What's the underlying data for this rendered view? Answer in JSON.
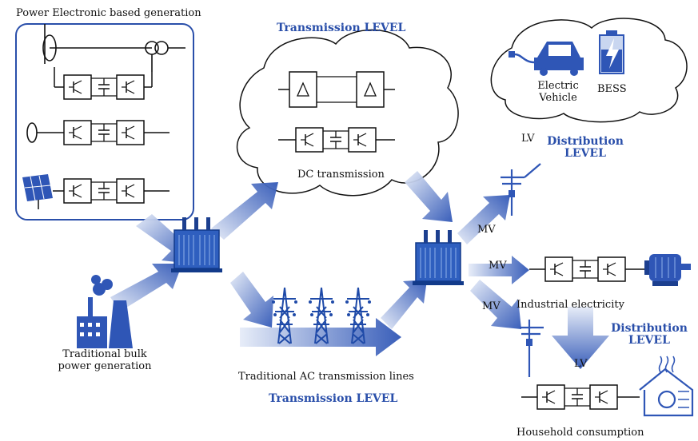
{
  "labels": {
    "pe_generation": "Power Electronic based generation",
    "transmission_level_top": "Transmission LEVEL",
    "dc_transmission": "DC transmission",
    "electric_vehicle": "Electric\nVehicle",
    "bess": "BESS",
    "lv_top": "LV",
    "distribution_level_top": "Distribution\nLEVEL",
    "mv_1": "MV",
    "mv_2": "MV",
    "mv_3": "MV",
    "industrial": "Industrial electricity",
    "distribution_level_bottom": "Distribution\nLEVEL",
    "lv_bottom": "LV",
    "bulk_generation": "Traditional bulk\npower generation",
    "ac_lines": "Traditional AC transmission lines",
    "transmission_level_bottom": "Transmission LEVEL",
    "household": "Household consumption"
  },
  "colors": {
    "accent_blue": "#2a4faa",
    "light_blue": "#c9d6f0",
    "dark_blue": "#1f4aa8",
    "line": "#111111"
  }
}
